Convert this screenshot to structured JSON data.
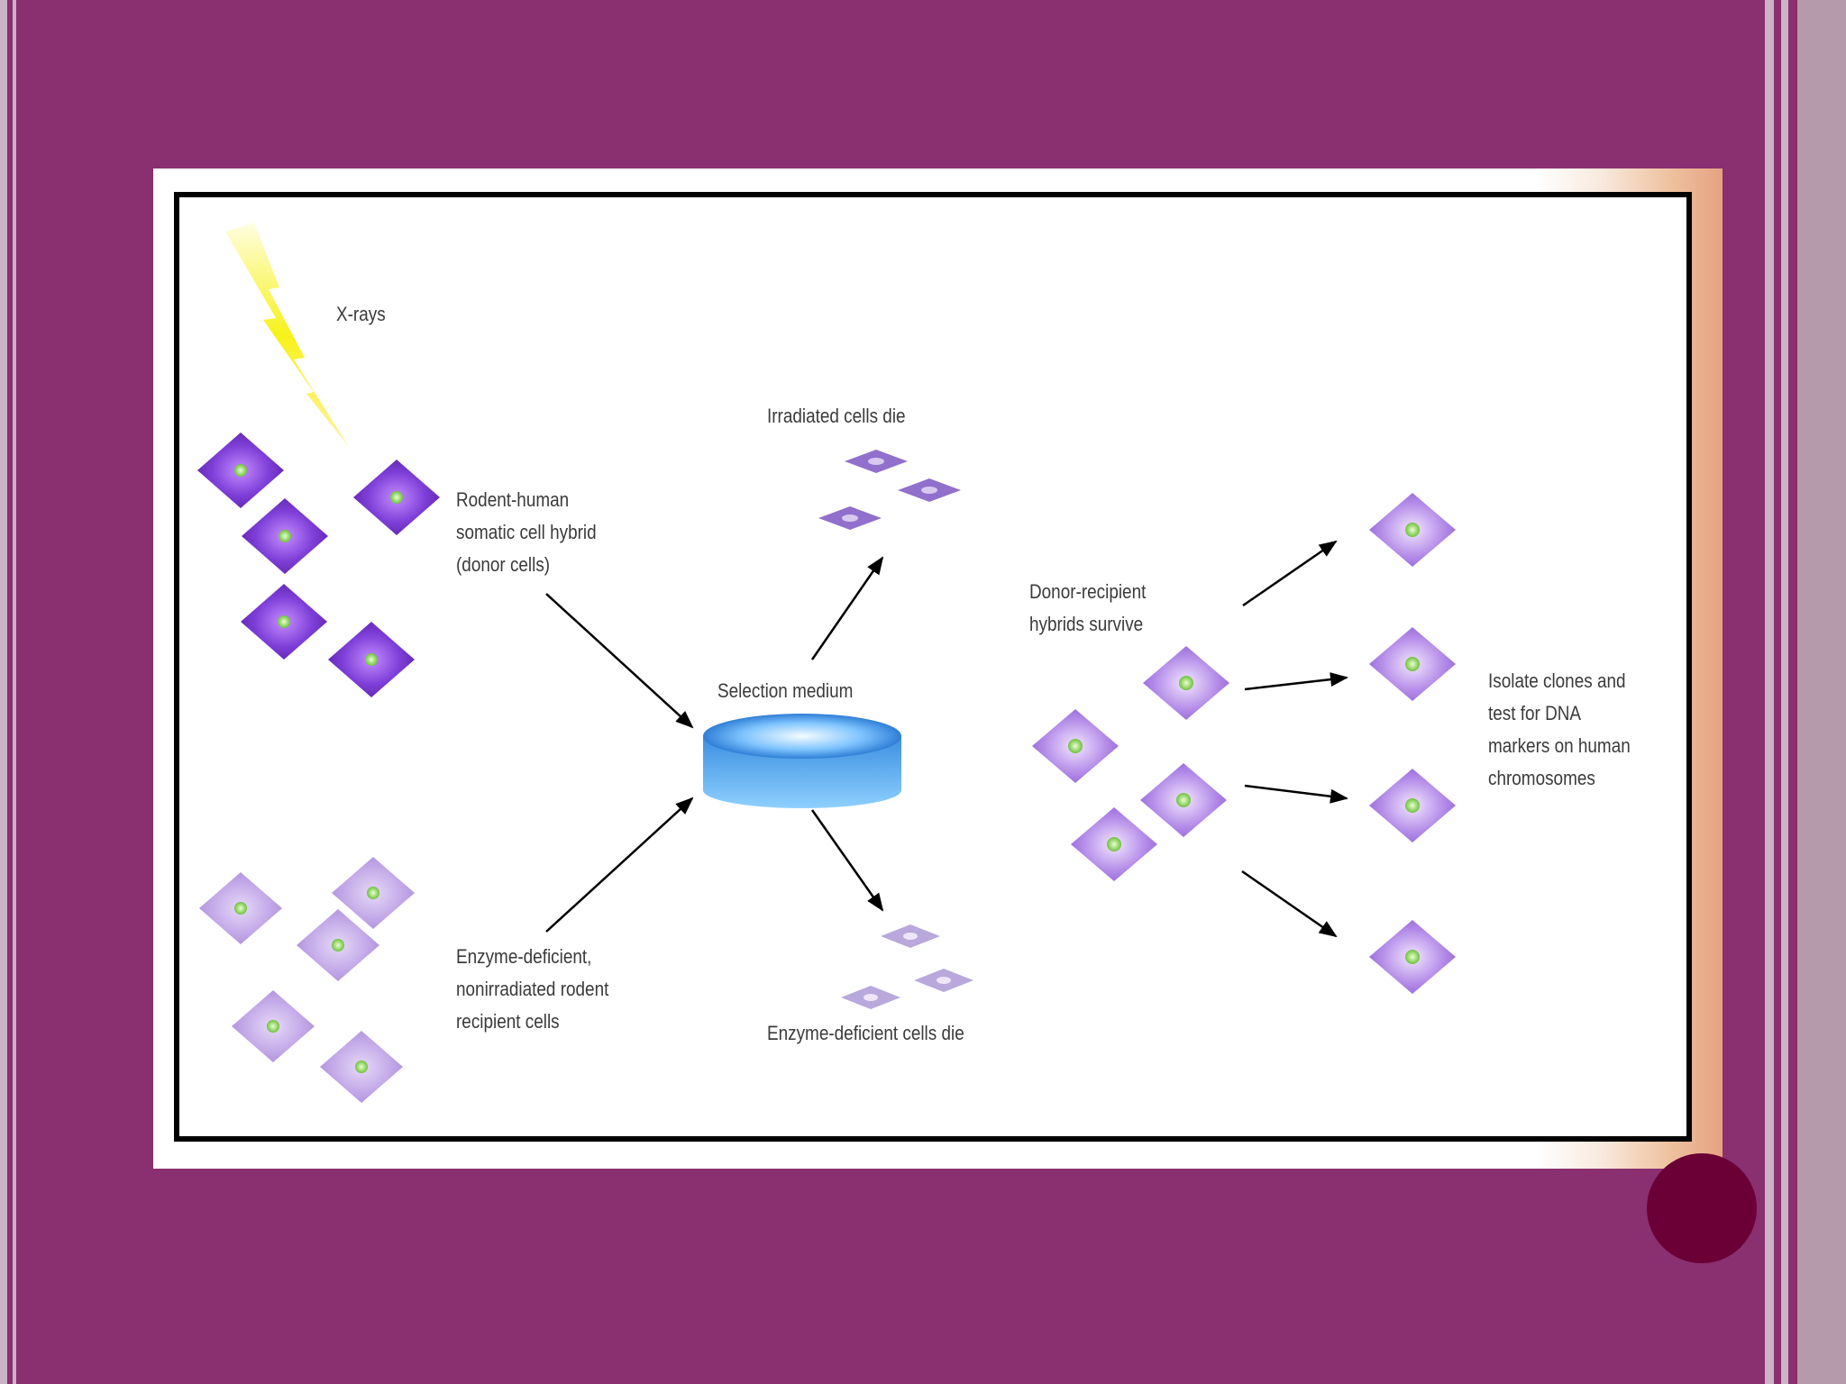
{
  "slide": {
    "background_color": "#8a2f70",
    "nav_circle_color": "#6a0036"
  },
  "diagram": {
    "xrays_label": "X-rays",
    "donor_label": "Rodent-human\nsomatic cell hybrid\n(donor cells)",
    "recipient_label": "Enzyme-deficient,\nnonirradiated rodent\nrecipient cells",
    "selection_label": "Selection medium",
    "irradiated_label": "Irradiated cells die",
    "enzyme_die_label": "Enzyme-deficient cells die",
    "survive_label": "Donor-recipient\nhybrids survive",
    "isolate_label": "Isolate clones and\ntest for DNA\nmarkers on human\nchromosomes"
  }
}
